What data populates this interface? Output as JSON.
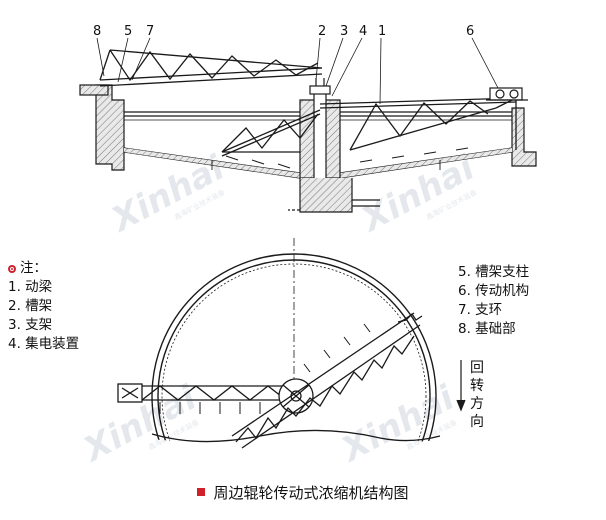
{
  "callouts": [
    "8",
    "5",
    "7",
    "2",
    "3",
    "4",
    "1",
    "6"
  ],
  "legend_left": {
    "heading": "注：",
    "items": [
      "1. 动梁",
      "2. 槽架",
      "3. 支架",
      "4. 集电装置"
    ]
  },
  "legend_right": {
    "items": [
      "5. 槽架支柱",
      "6. 传动机构",
      "7. 支环",
      "8. 基础部"
    ]
  },
  "rotation": [
    "回",
    "转",
    "方",
    "向"
  ],
  "caption": "周边辊轮传动式浓缩机结构图",
  "watermark": {
    "brand": "Xinhai",
    "sub": "鑫海矿业技术装备"
  },
  "colors": {
    "accent": "#d0202a",
    "line": "#1a1a1a",
    "hatch": "#9a9a9a",
    "watermark": "#cfd6df"
  }
}
